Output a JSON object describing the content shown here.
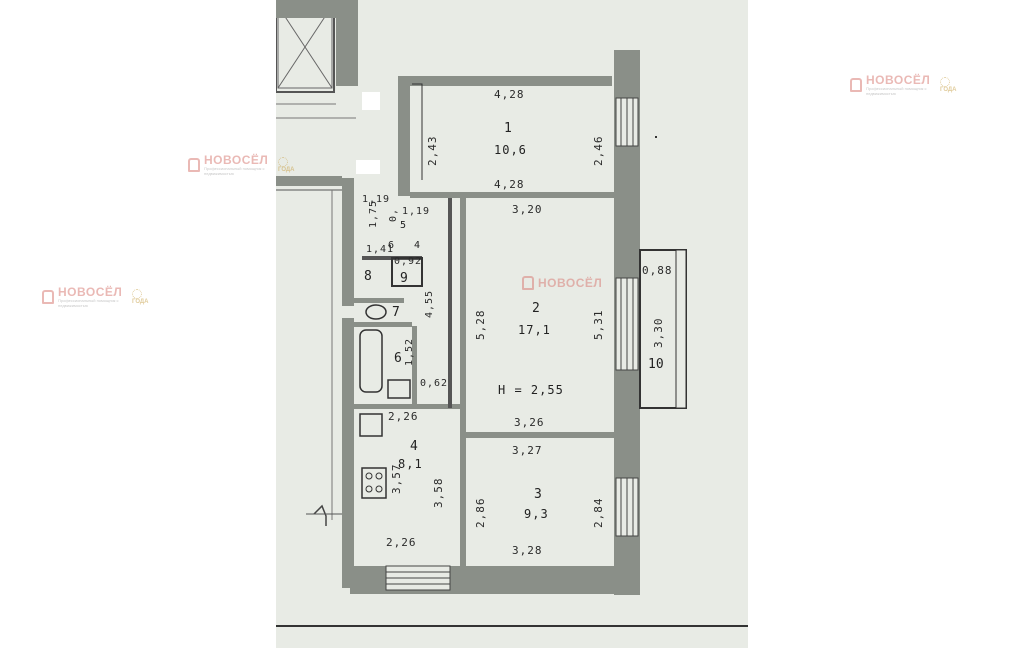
{
  "watermark": {
    "brand": "НОВОСЁЛ",
    "tagline": "Профессиональный помощник с недвижимостью",
    "award": "ГОДА"
  },
  "rooms": {
    "r1": {
      "num": "1",
      "area": "10,6"
    },
    "r2": {
      "num": "2",
      "area": "17,1"
    },
    "r3": {
      "num": "3",
      "area": "9,3"
    },
    "r4": {
      "num": "4",
      "area": "8,1"
    },
    "r5": {
      "num": "5"
    },
    "r6": {
      "num": "6"
    },
    "r7": {
      "num": "7"
    },
    "r8": {
      "num": "8"
    },
    "r9": {
      "num": "9"
    },
    "r10": {
      "num": "10"
    },
    "r4small": {
      "num": "4"
    },
    "r6small": {
      "num": "6"
    }
  },
  "dims": {
    "r1_top": "4,28",
    "r1_bottom": "4,28",
    "r1_left": "2,43",
    "r1_right": "2,46",
    "r2_top": "3,20",
    "r2_bottom": "3,26",
    "r2_left": "5,28",
    "r2_right": "5,31",
    "height": "H = 2,55",
    "r3_top": "3,27",
    "r3_bottom": "3,28",
    "r3_left": "2,86",
    "r3_right": "2,84",
    "r4_top": "2,26",
    "r4_bottom": "2,26",
    "r4_left": "3,57",
    "r4_right": "3,58",
    "r10_top": "0,88",
    "r10_side": "3,30",
    "corr_1": "1,19",
    "corr_2": "0,92",
    "corr_3": "1,41",
    "corr_4": "1,75",
    "corr_5": "1,19",
    "corr_6": "0,",
    "corr_long": "4,55",
    "bath_side": "1,52",
    "bath_bottom": "0,62"
  }
}
